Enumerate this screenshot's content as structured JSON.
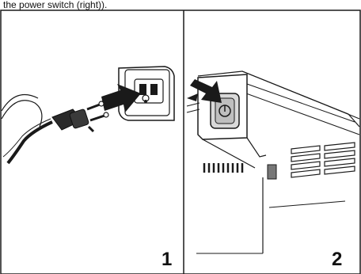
{
  "header": {
    "caption": "the power switch (right))."
  },
  "panels": [
    {
      "number": "1",
      "description_icon": "power-cord-plug-into-outlet"
    },
    {
      "number": "2",
      "description_icon": "printer-power-switch"
    }
  ],
  "colors": {
    "line": "#1a1a1a",
    "arrow": "#1a1a1a",
    "background": "#ffffff",
    "switch_fill": "#d9d9d9"
  }
}
